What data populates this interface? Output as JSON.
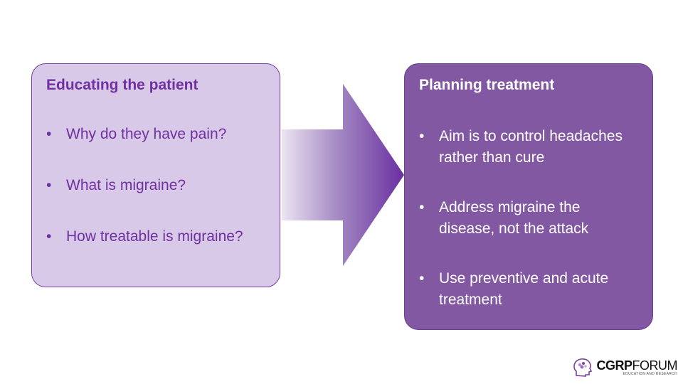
{
  "left_box": {
    "title": "Educating the patient",
    "items": [
      "Why do they have pain?",
      "What is migraine?",
      "How treatable is migraine?"
    ]
  },
  "right_box": {
    "title": "Planning treatment",
    "items": [
      "Aim is to control headaches rather than cure",
      "Address migraine the disease, not the attack",
      "Use preventive and acute treatment"
    ]
  },
  "logo": {
    "bold": "CGRP",
    "thin": "FORUM",
    "subtitle": "EDUCATION AND RESEARCH"
  },
  "colors": {
    "left_fill": "#d9c9e8",
    "right_fill": "#8258a3",
    "accent": "#7030a0"
  }
}
